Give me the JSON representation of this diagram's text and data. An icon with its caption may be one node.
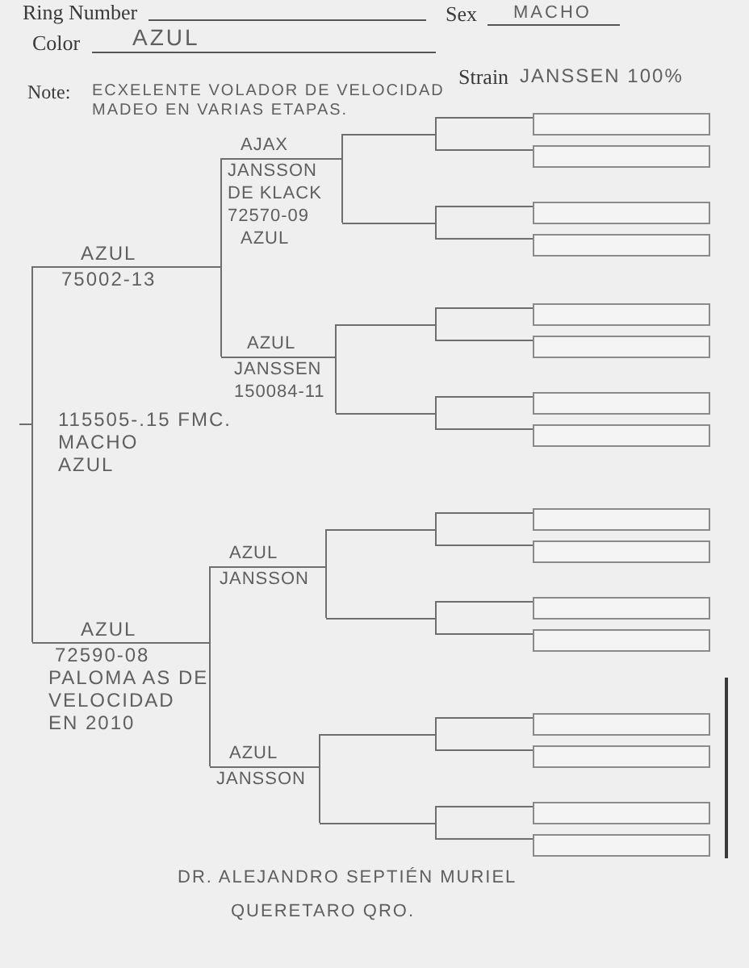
{
  "diagram": {
    "nodes": [
      {
        "text": [
          "115505-.15 FMC.",
          "MACHO",
          "AZUL"
        ]
      },
      {
        "text": [
          "AZUL",
          "75002-13"
        ]
      },
      {
        "text": [
          "AJAX",
          "JANSSON DE KLACK",
          "72570-09",
          "AZUL"
        ]
      },
      {
        "text": [
          "AZUL",
          "JANSSEN",
          "150084-11"
        ]
      },
      {
        "text": [
          "AZUL",
          "72590-08",
          "PALOMA AS DE VELOCIDAD EN 2010"
        ]
      },
      {
        "text": [
          "AZUL",
          "JANSSON"
        ]
      },
      {
        "text": [
          "AZUL",
          "JANSSON"
        ]
      },
      {
        "text": [],
        "shape": "line"
      },
      {
        "text": [],
        "shape": "line"
      },
      {
        "text": [],
        "shape": "line"
      },
      {
        "text": [],
        "shape": "line"
      },
      {
        "text": [],
        "shape": "line"
      },
      {
        "text": [],
        "shape": "line"
      },
      {
        "text": [],
        "shape": "line"
      },
      {
        "text": [],
        "shape": "line"
      },
      {
        "text": [],
        "shape": "box"
      },
      {
        "text": [],
        "shape": "box"
      },
      {
        "text": [],
        "shape": "box"
      },
      {
        "text": [],
        "shape": "box"
      },
      {
        "text": [],
        "shape": "box"
      },
      {
        "text": [],
        "shape": "box"
      },
      {
        "text": [],
        "shape": "box"
      },
      {
        "text": [],
        "shape": "box"
      },
      {
        "text": [],
        "shape": "box"
      },
      {
        "text": [],
        "shape": "box"
      },
      {
        "text": [],
        "shape": "box"
      },
      {
        "text": [],
        "shape": "box"
      },
      {
        "text": [],
        "shape": "box"
      },
      {
        "text": [],
        "shape": "box"
      },
      {
        "text": [],
        "shape": "box"
      },
      {
        "text": [],
        "shape": "box"
      }
    ],
    "edges": [
      {
        "from": 0,
        "to": 1,
        "arrow": "none"
      },
      {
        "from": 0,
        "to": 4,
        "arrow": "none"
      },
      {
        "from": 1,
        "to": 2,
        "arrow": "none"
      },
      {
        "from": 1,
        "to": 3,
        "arrow": "none"
      },
      {
        "from": 4,
        "to": 5,
        "arrow": "none"
      },
      {
        "from": 4,
        "to": 6,
        "arrow": "none"
      },
      {
        "from": 2,
        "to": 7,
        "arrow": "none"
      },
      {
        "from": 2,
        "to": 8,
        "arrow": "none"
      },
      {
        "from": 3,
        "to": 9,
        "arrow": "none"
      },
      {
        "from": 3,
        "to": 10,
        "arrow": "none"
      },
      {
        "from": 5,
        "to": 11,
        "arrow": "none"
      },
      {
        "from": 5,
        "to": 12,
        "arrow": "none"
      },
      {
        "from": 6,
        "to": 13,
        "arrow": "none"
      },
      {
        "from": 6,
        "to": 14,
        "arrow": "none"
      },
      {
        "from": 7,
        "to": 15,
        "arrow": "none"
      },
      {
        "from": 7,
        "to": 16,
        "arrow": "none"
      },
      {
        "from": 8,
        "to": 17,
        "arrow": "none"
      },
      {
        "from": 8,
        "to": 18,
        "arrow": "none"
      },
      {
        "from": 9,
        "to": 19,
        "arrow": "none"
      },
      {
        "from": 9,
        "to": 20,
        "arrow": "none"
      },
      {
        "from": 10,
        "to": 21,
        "arrow": "none"
      },
      {
        "from": 10,
        "to": 22,
        "arrow": "none"
      },
      {
        "from": 11,
        "to": 23,
        "arrow": "none"
      },
      {
        "from": 11,
        "to": 24,
        "arrow": "none"
      },
      {
        "from": 12,
        "to": 25,
        "arrow": "none"
      },
      {
        "from": 12,
        "to": 26,
        "arrow": "none"
      },
      {
        "from": 13,
        "to": 27,
        "arrow": "none"
      },
      {
        "from": 13,
        "to": 28,
        "arrow": "none"
      },
      {
        "from": 14,
        "to": 29,
        "arrow": "none"
      },
      {
        "from": 14,
        "to": 30,
        "arrow": "none"
      }
    ],
    "labels": [
      "Ring Number",
      "Sex",
      "MACHO",
      "Color",
      "AZUL",
      "Strain",
      "JANSSEN 100%",
      "Note:",
      "ECXELENTE VOLADOR DE VELOCIDAD MADEO EN VARIAS ETAPAS.",
      "DR. ALEJANDRO SEPTIÉN MURIEL",
      "QUERETARO QRO."
    ]
  }
}
